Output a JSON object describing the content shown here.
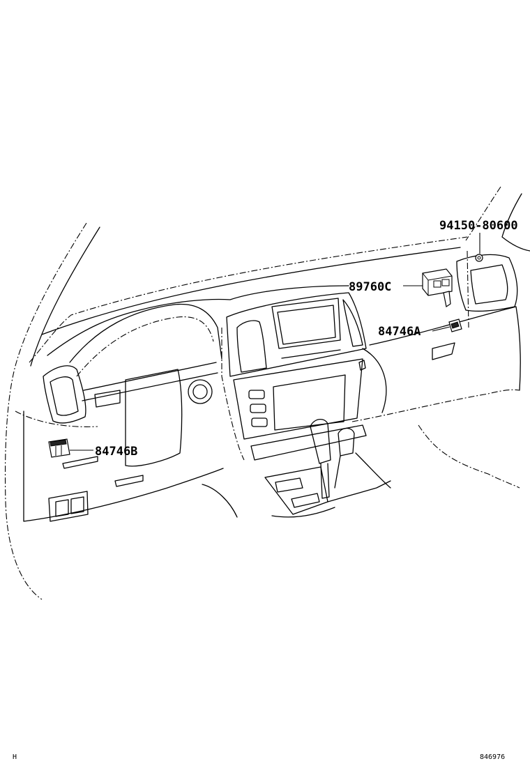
{
  "callouts": {
    "nut": "94150-80600",
    "module": "89760C",
    "sensor_a": "84746A",
    "sensor_b": "84746B"
  },
  "footer": {
    "left": "H",
    "right": "846976"
  }
}
